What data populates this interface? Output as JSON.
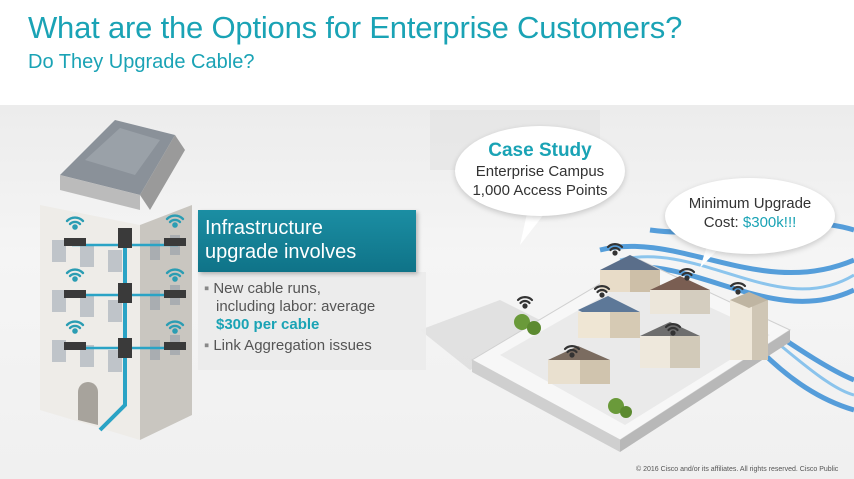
{
  "header": {
    "title": "What are the Options for Enterprise Customers?",
    "subtitle": "Do They Upgrade Cable?"
  },
  "infrastructure": {
    "heading_line1": "Infrastructure",
    "heading_line2": "upgrade involves",
    "bullet1_line1": "New cable runs,",
    "bullet1_line2": "including labor: average",
    "bullet1_highlight": "$300 per cable",
    "bullet2": "Link Aggregation issues"
  },
  "case_study": {
    "title": "Case Study",
    "line1": "Enterprise Campus",
    "line2": "1,000 Access Points"
  },
  "cost_bubble": {
    "line1": "Minimum Upgrade",
    "line2_prefix": "Cost: ",
    "line2_amount": "$300k!!!"
  },
  "footer": {
    "copyright": "© 2016  Cisco and/or its affiliates. All rights reserved.   Cisco Public"
  },
  "colors": {
    "accent": "#1aa3b5",
    "callout": "#137f94"
  }
}
